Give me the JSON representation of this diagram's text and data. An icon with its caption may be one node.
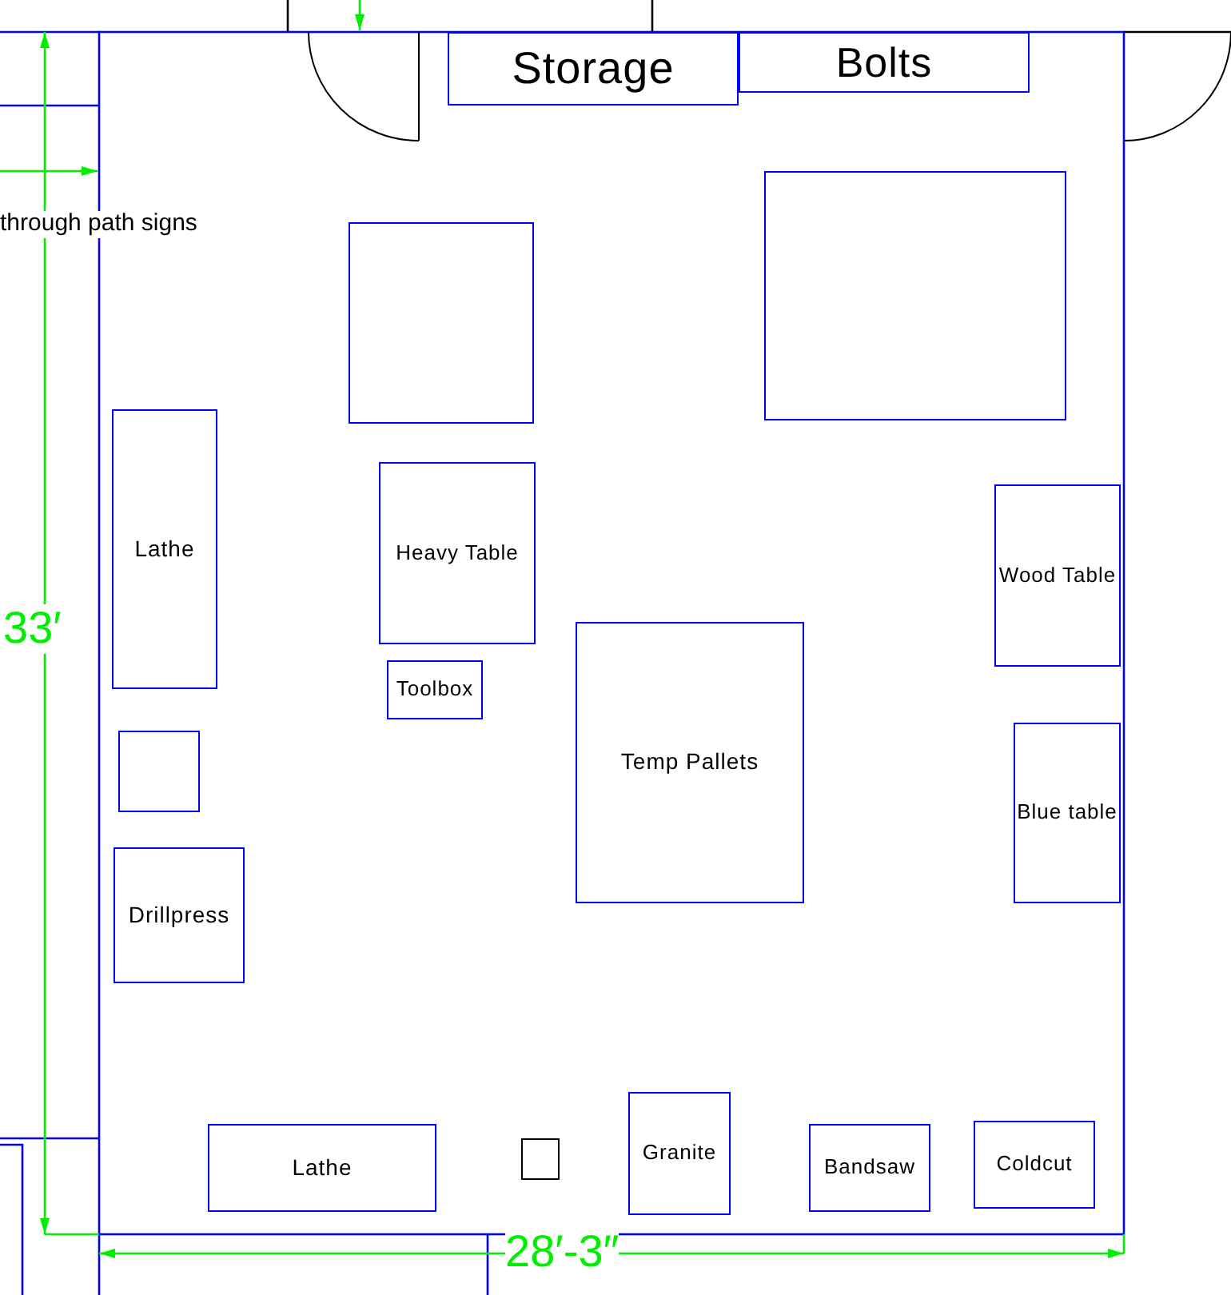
{
  "diagram": {
    "nodes": [
      {
        "text": [
          "Storage"
        ]
      },
      {
        "text": [
          "Bolts"
        ]
      },
      {
        "text": [],
        "shape": "box"
      },
      {
        "text": [],
        "shape": "box"
      },
      {
        "text": [
          "Heavy Table"
        ]
      },
      {
        "text": [
          "Lathe"
        ]
      },
      {
        "text": [
          "Wood Table"
        ]
      },
      {
        "text": [
          "Toolbox"
        ]
      },
      {
        "text": [
          "Temp Pallets"
        ]
      },
      {
        "text": [],
        "shape": "box"
      },
      {
        "text": [
          "Blue table"
        ]
      },
      {
        "text": [
          "Drillpress"
        ]
      },
      {
        "text": [
          "Lathe"
        ]
      },
      {
        "text": [],
        "shape": "box"
      },
      {
        "text": [
          "Granite"
        ]
      },
      {
        "text": [
          "Bandsaw"
        ]
      },
      {
        "text": [
          "Coldcut"
        ]
      }
    ],
    "edges": [],
    "labels": [
      "through path signs",
      "33′",
      "28′-3″"
    ]
  }
}
